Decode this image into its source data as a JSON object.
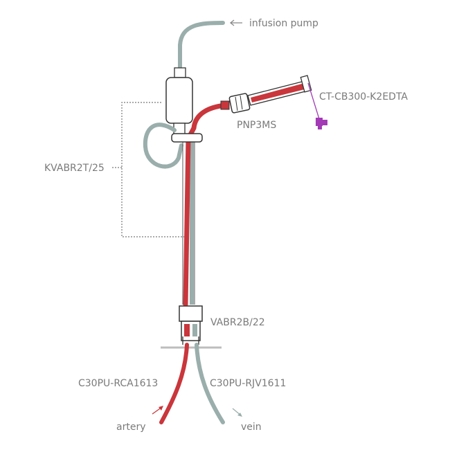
{
  "labels": {
    "infusion_pump": "infusion pump",
    "kvabr": "KVABR2T/25",
    "pnp": "PNP3MS",
    "ctcb": "CT-CB300-K2EDTA",
    "vabr": "VABR2B/22",
    "rca": "C30PU-RCA1613",
    "rjv": "C30PU-RJV1611",
    "artery": "artery",
    "vein": "vein"
  },
  "colors": {
    "tube_grey": "#9aaeab",
    "blood_red": "#c9363b",
    "outline": "#333333",
    "label_grey": "#7a7a7a",
    "sampler_purple": "#a23bb5"
  }
}
